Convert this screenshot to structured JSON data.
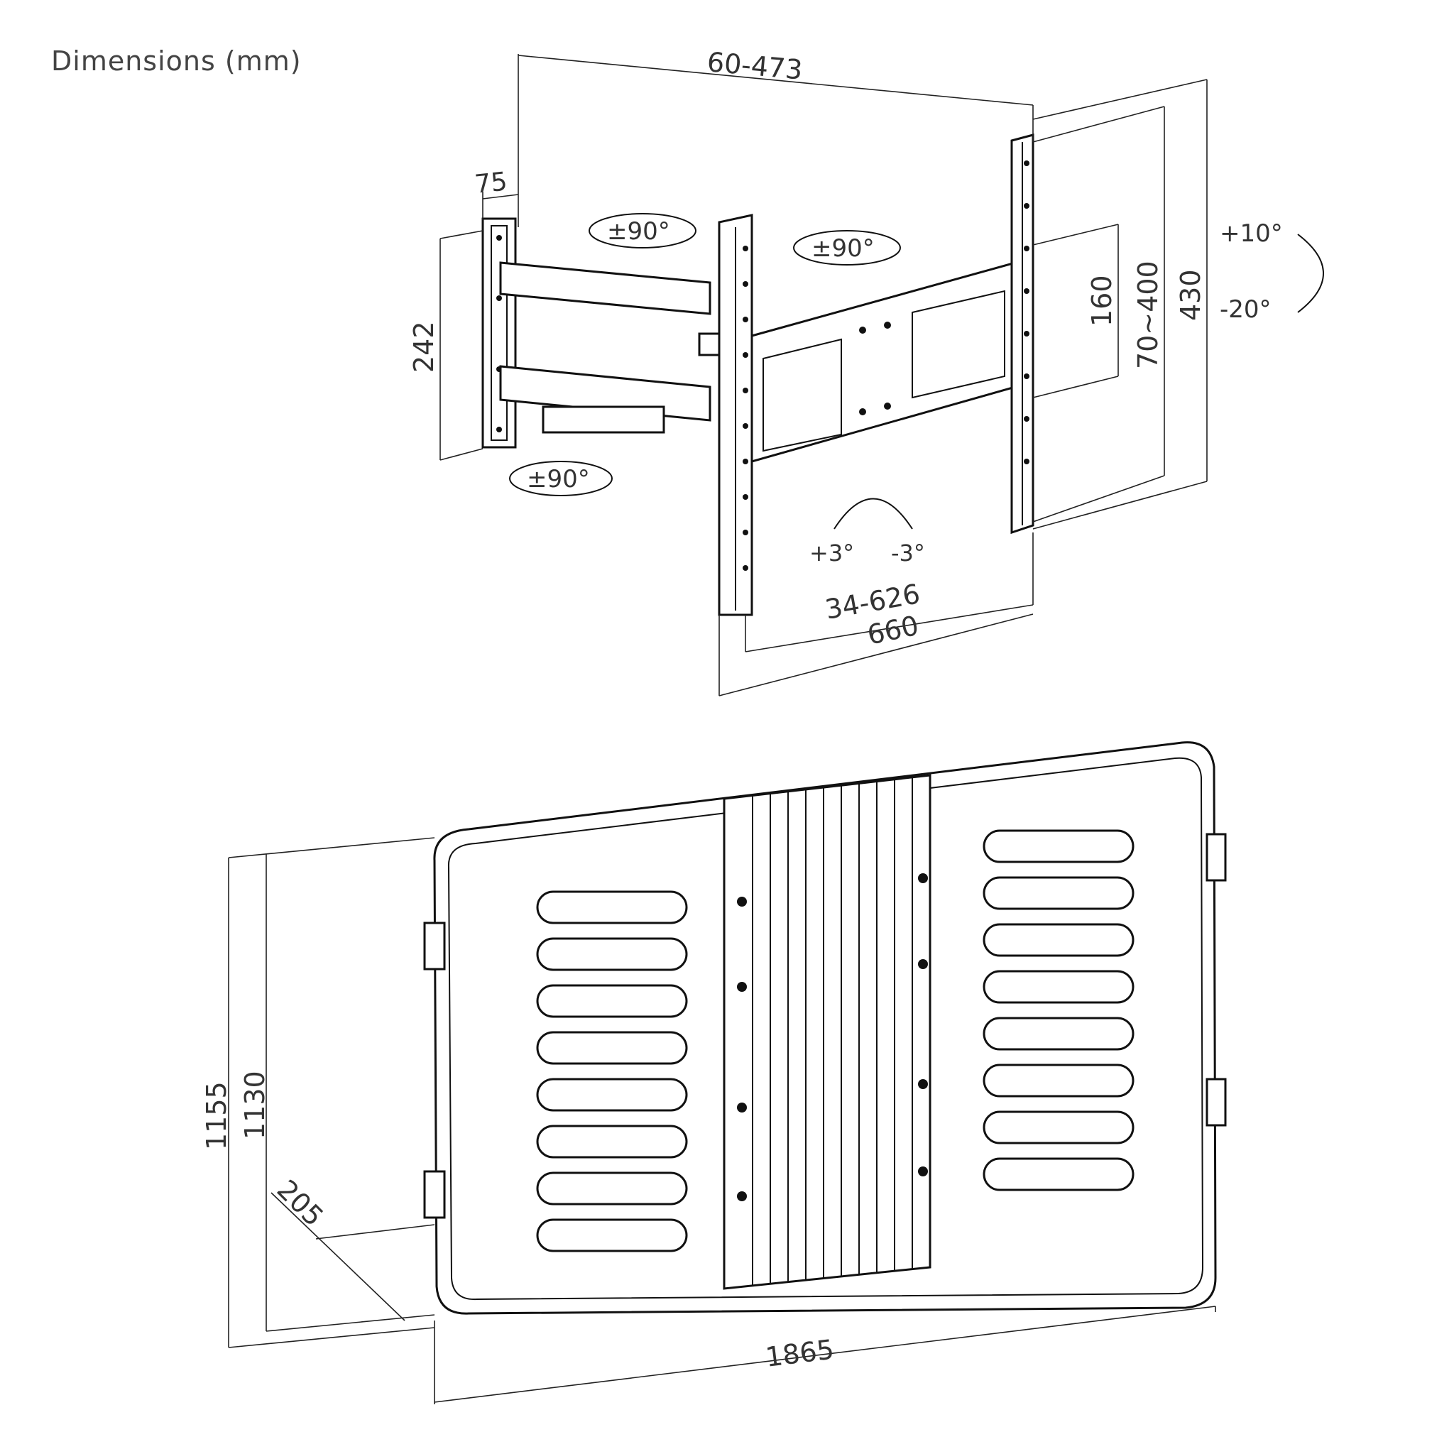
{
  "title": "Dimensions (mm)",
  "dimensions": {
    "arm_extension": "60-473",
    "wall_plate_depth": "75",
    "wall_plate_height": "242",
    "vesa_small": "160",
    "vesa_vertical": "70~400",
    "rail_height": "430",
    "vesa_horizontal": "34-626",
    "frame_width": "660",
    "box_height_outer": "1155",
    "box_height_inner": "1130",
    "box_depth": "205",
    "box_width": "1865"
  },
  "angles": {
    "swivel_arm_top": "±90°",
    "swivel_head": "±90°",
    "swivel_wall": "±90°",
    "tilt_up": "+10°",
    "tilt_down": "-20°",
    "rotate_plus": "+3°",
    "rotate_minus": "-3°"
  }
}
